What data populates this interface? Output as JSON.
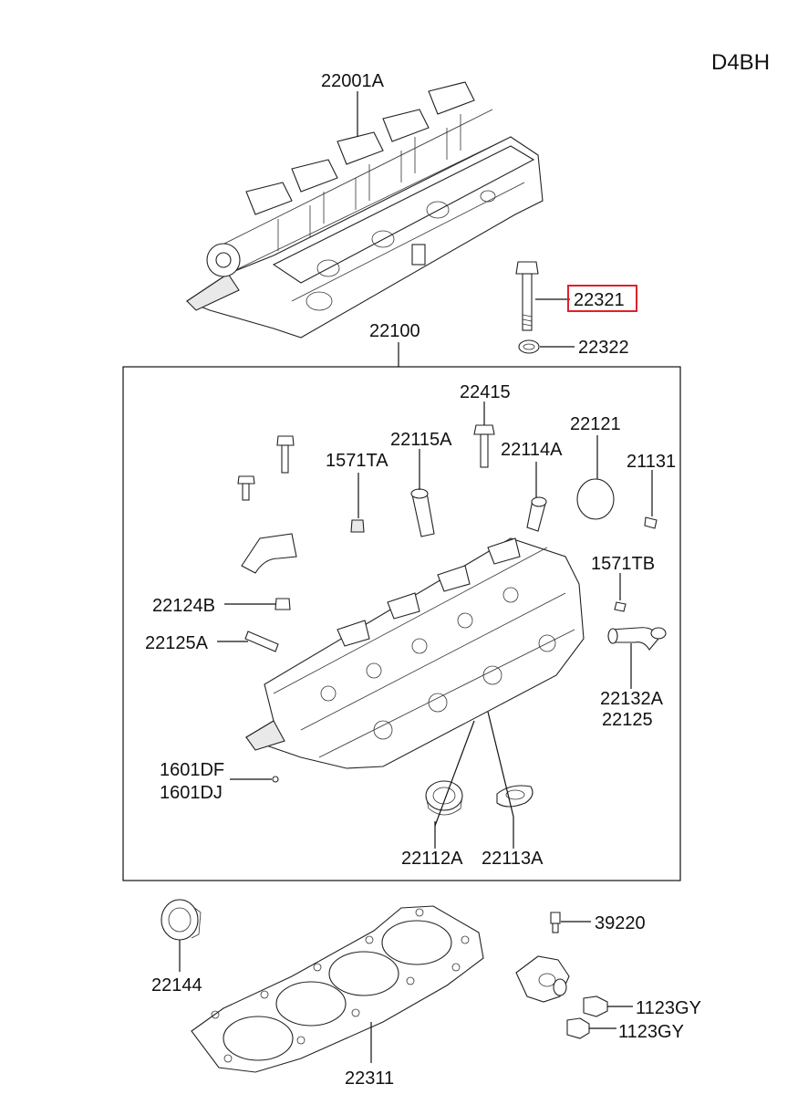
{
  "engine_code": "D4BH",
  "labels": {
    "p22001A": "22001A",
    "p22321": "22321",
    "p22322": "22322",
    "p22100": "22100",
    "p22415": "22415",
    "p22115A": "22115A",
    "p22121": "22121",
    "p1571TA": "1571TA",
    "p22114A": "22114A",
    "p21131": "21131",
    "p1571TB": "1571TB",
    "p22124B": "22124B",
    "p22125A": "22125A",
    "p22132A": "22132A",
    "p22125": "22125",
    "p1601DF": "1601DF",
    "p1601DJ": "1601DJ",
    "p22112A": "22112A",
    "p22113A": "22113A",
    "p22144": "22144",
    "p39220": "39220",
    "p1123GY_1": "1123GY",
    "p1123GY_2": "1123GY",
    "p22311": "22311"
  },
  "highlight": {
    "part": "22321",
    "color": "#e0202a"
  }
}
